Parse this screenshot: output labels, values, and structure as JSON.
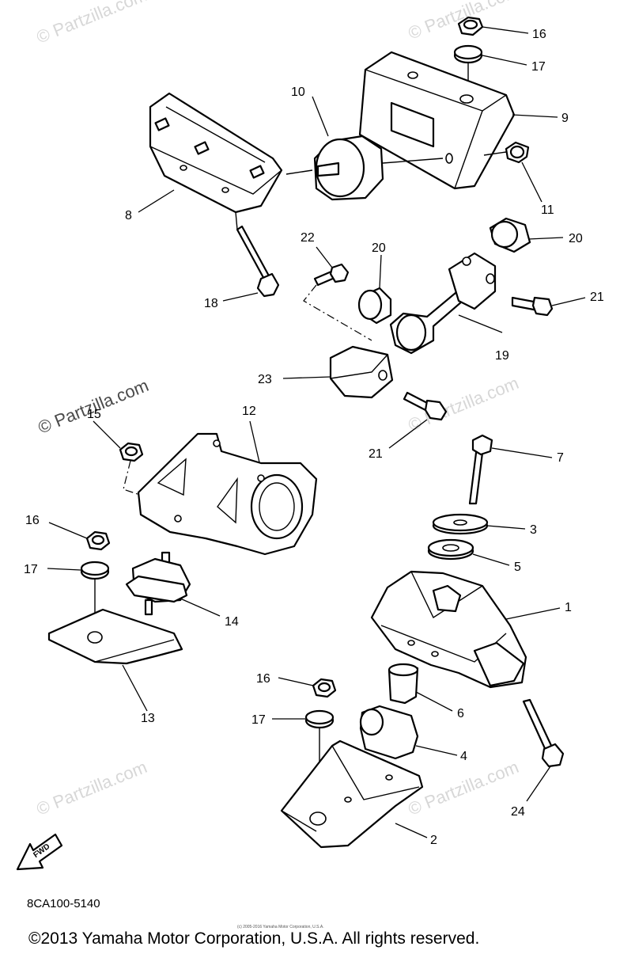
{
  "diagram": {
    "drawing_code": "8CA100-5140",
    "copyright": "©2013 Yamaha Motor Corporation, U.S.A. All rights reserved.",
    "fine_print": "(c) 2005-2016 Yamaha Motor Corporation, U.S.A.",
    "watermark": "© Partzilla.com",
    "fwd_label": "FWD",
    "callouts": {
      "c1": "1",
      "c2": "2",
      "c3": "3",
      "c4": "4",
      "c5": "5",
      "c6": "6",
      "c7": "7",
      "c8": "8",
      "c9": "9",
      "c10": "10",
      "c11": "11",
      "c12": "12",
      "c13": "13",
      "c14": "14",
      "c15": "15",
      "c16a": "16",
      "c16b": "16",
      "c16c": "16",
      "c17a": "17",
      "c17b": "17",
      "c17c": "17",
      "c18": "18",
      "c19": "19",
      "c20a": "20",
      "c20b": "20",
      "c21a": "21",
      "c21b": "21",
      "c22": "22",
      "c23": "23",
      "c24": "24"
    }
  }
}
